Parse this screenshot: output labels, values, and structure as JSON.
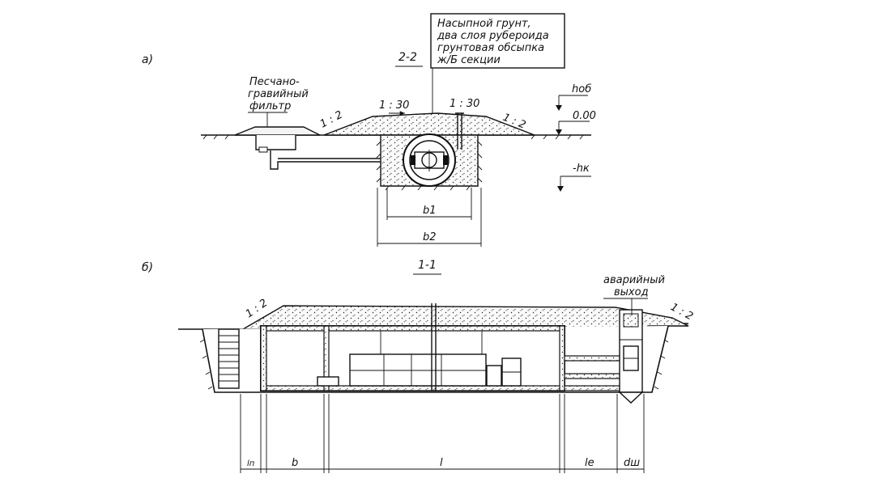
{
  "figure_a": {
    "label": "а)",
    "section_label": "2-2",
    "filter_label": [
      "Песчано-",
      "гравийный",
      "фильтр"
    ],
    "callout_lines": [
      "Насыпной грунт,",
      "два слоя рубероида",
      "грунтовая обсыпка",
      "ж/Б секции"
    ],
    "slope_left": "1 : 2",
    "slope_top_left": "1 : 30",
    "slope_top_right": "1 : 30",
    "slope_right": "1 : 2",
    "level_hob": "hоб",
    "level_zero": "0.00",
    "level_hk": "-hк",
    "dim_b1": "b1",
    "dim_b2": "b2"
  },
  "figure_b": {
    "label": "б)",
    "section_label": "1-1",
    "slope_left": "1 : 2",
    "slope_right": "1 : 2",
    "exit_label": [
      "аварийный",
      "выход"
    ],
    "dim_ln": "lп",
    "dim_b": "b",
    "dim_l": "l",
    "dim_le": "lе",
    "dim_dw": "dш"
  }
}
